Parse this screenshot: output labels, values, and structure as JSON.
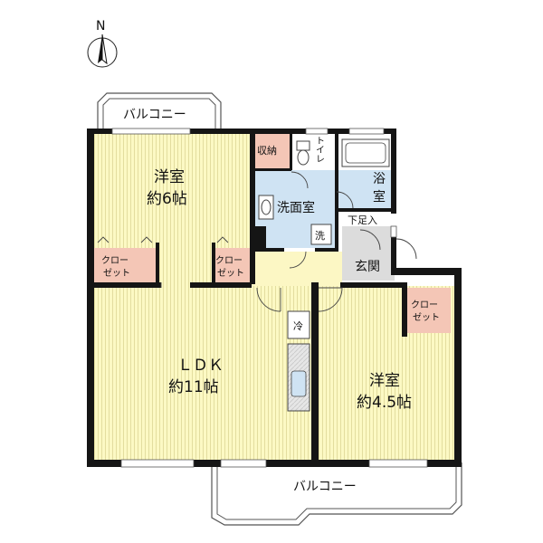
{
  "compass": {
    "north_label": "N"
  },
  "balcony_top": {
    "label": "バルコニー"
  },
  "balcony_bottom": {
    "label": "バルコニー"
  },
  "rooms": {
    "western_6": {
      "name": "洋室",
      "size": "約6帖"
    },
    "ldk": {
      "name": "ＬＤＫ",
      "size": "約11帖"
    },
    "western_45": {
      "name": "洋室",
      "size": "約4.5帖"
    },
    "washroom": {
      "name": "洗面室"
    },
    "bath": {
      "line1": "浴",
      "line2": "室"
    },
    "toilet": {
      "label": "トイレ"
    },
    "storage": {
      "label": "収納"
    },
    "entrance": {
      "label": "玄関"
    },
    "shoe_area": {
      "label": "下足入"
    },
    "washer": {
      "label": "洗"
    },
    "fridge": {
      "label": "冷"
    }
  },
  "closets": {
    "c1": {
      "line1": "クロー",
      "line2": "ゼット"
    },
    "c2": {
      "line1": "クロー",
      "line2": "ゼット"
    },
    "c3": {
      "line1": "クロー",
      "line2": "ゼット"
    }
  },
  "colors": {
    "room": "#fcf9c4",
    "room_stripe": "#e2dca0",
    "wet": "#cfe3f3",
    "closet": "#f4c6b6",
    "storage": "#f4c6b6",
    "corridor": "#fcf7c4",
    "floor_gray": "#dcdcdc",
    "wall": "#151515"
  }
}
